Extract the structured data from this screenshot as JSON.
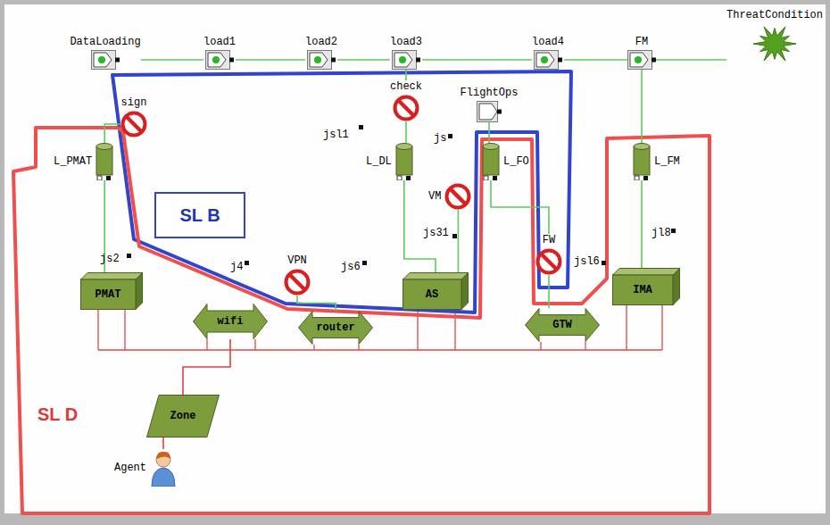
{
  "diagram": {
    "nodes": [
      {
        "text": [
          "DataLoading"
        ]
      },
      {
        "text": [
          "load1"
        ]
      },
      {
        "text": [
          "load2"
        ]
      },
      {
        "text": [
          "load3"
        ]
      },
      {
        "text": [
          "load4"
        ]
      },
      {
        "text": [
          "FM"
        ]
      },
      {
        "text": [
          "ThreatCondition"
        ]
      },
      {
        "text": [
          "check"
        ]
      },
      {
        "text": [
          "FlightOps"
        ]
      },
      {
        "text": [
          "sign"
        ]
      },
      {
        "text": [
          "L_PMAT"
        ]
      },
      {
        "text": [
          "L_DL"
        ]
      },
      {
        "text": [
          "L_FO"
        ]
      },
      {
        "text": [
          "L_FM"
        ]
      },
      {
        "text": [
          "VM"
        ]
      },
      {
        "text": [
          "SL B"
        ]
      },
      {
        "text": [
          "FW"
        ]
      },
      {
        "text": [
          "VPN"
        ]
      },
      {
        "text": [
          "PMAT"
        ]
      },
      {
        "text": [
          "wifi"
        ]
      },
      {
        "text": [
          "router"
        ]
      },
      {
        "text": [
          "AS"
        ]
      },
      {
        "text": [
          "GTW"
        ]
      },
      {
        "text": [
          "IMA"
        ]
      },
      {
        "text": [
          "Zone"
        ]
      },
      {
        "text": [
          "Agent"
        ]
      }
    ],
    "edges": [
      {
        "from": 0,
        "to": 1,
        "arrow": "none"
      },
      {
        "from": 1,
        "to": 2,
        "arrow": "none"
      },
      {
        "from": 2,
        "to": 3,
        "arrow": "none"
      },
      {
        "from": 3,
        "to": 4,
        "arrow": "none"
      },
      {
        "from": 4,
        "to": 5,
        "arrow": "none"
      },
      {
        "from": 5,
        "to": 6,
        "arrow": "none"
      },
      {
        "from": 3,
        "to": 7,
        "arrow": "none"
      },
      {
        "from": 7,
        "to": 11,
        "arrow": "none"
      },
      {
        "from": 11,
        "to": 21,
        "arrow": "none"
      },
      {
        "from": 9,
        "to": 10,
        "arrow": "none"
      },
      {
        "from": 10,
        "to": 18,
        "arrow": "none"
      },
      {
        "from": 8,
        "to": 12,
        "arrow": "none"
      },
      {
        "from": 12,
        "to": 16,
        "arrow": "none"
      },
      {
        "from": 16,
        "to": 22,
        "arrow": "none"
      },
      {
        "from": 14,
        "to": 21,
        "arrow": "none"
      },
      {
        "from": 17,
        "to": 20,
        "arrow": "none"
      },
      {
        "from": 5,
        "to": 13,
        "arrow": "none"
      },
      {
        "from": 13,
        "to": 23,
        "arrow": "none"
      },
      {
        "from": 24,
        "to": 19,
        "arrow": "none"
      },
      {
        "from": 25,
        "to": 24,
        "arrow": "none"
      }
    ],
    "labels": [
      "jsl1",
      "js",
      "js31",
      "js2",
      "jsl6",
      "jl8",
      "j4",
      "js6",
      "SL D"
    ]
  }
}
